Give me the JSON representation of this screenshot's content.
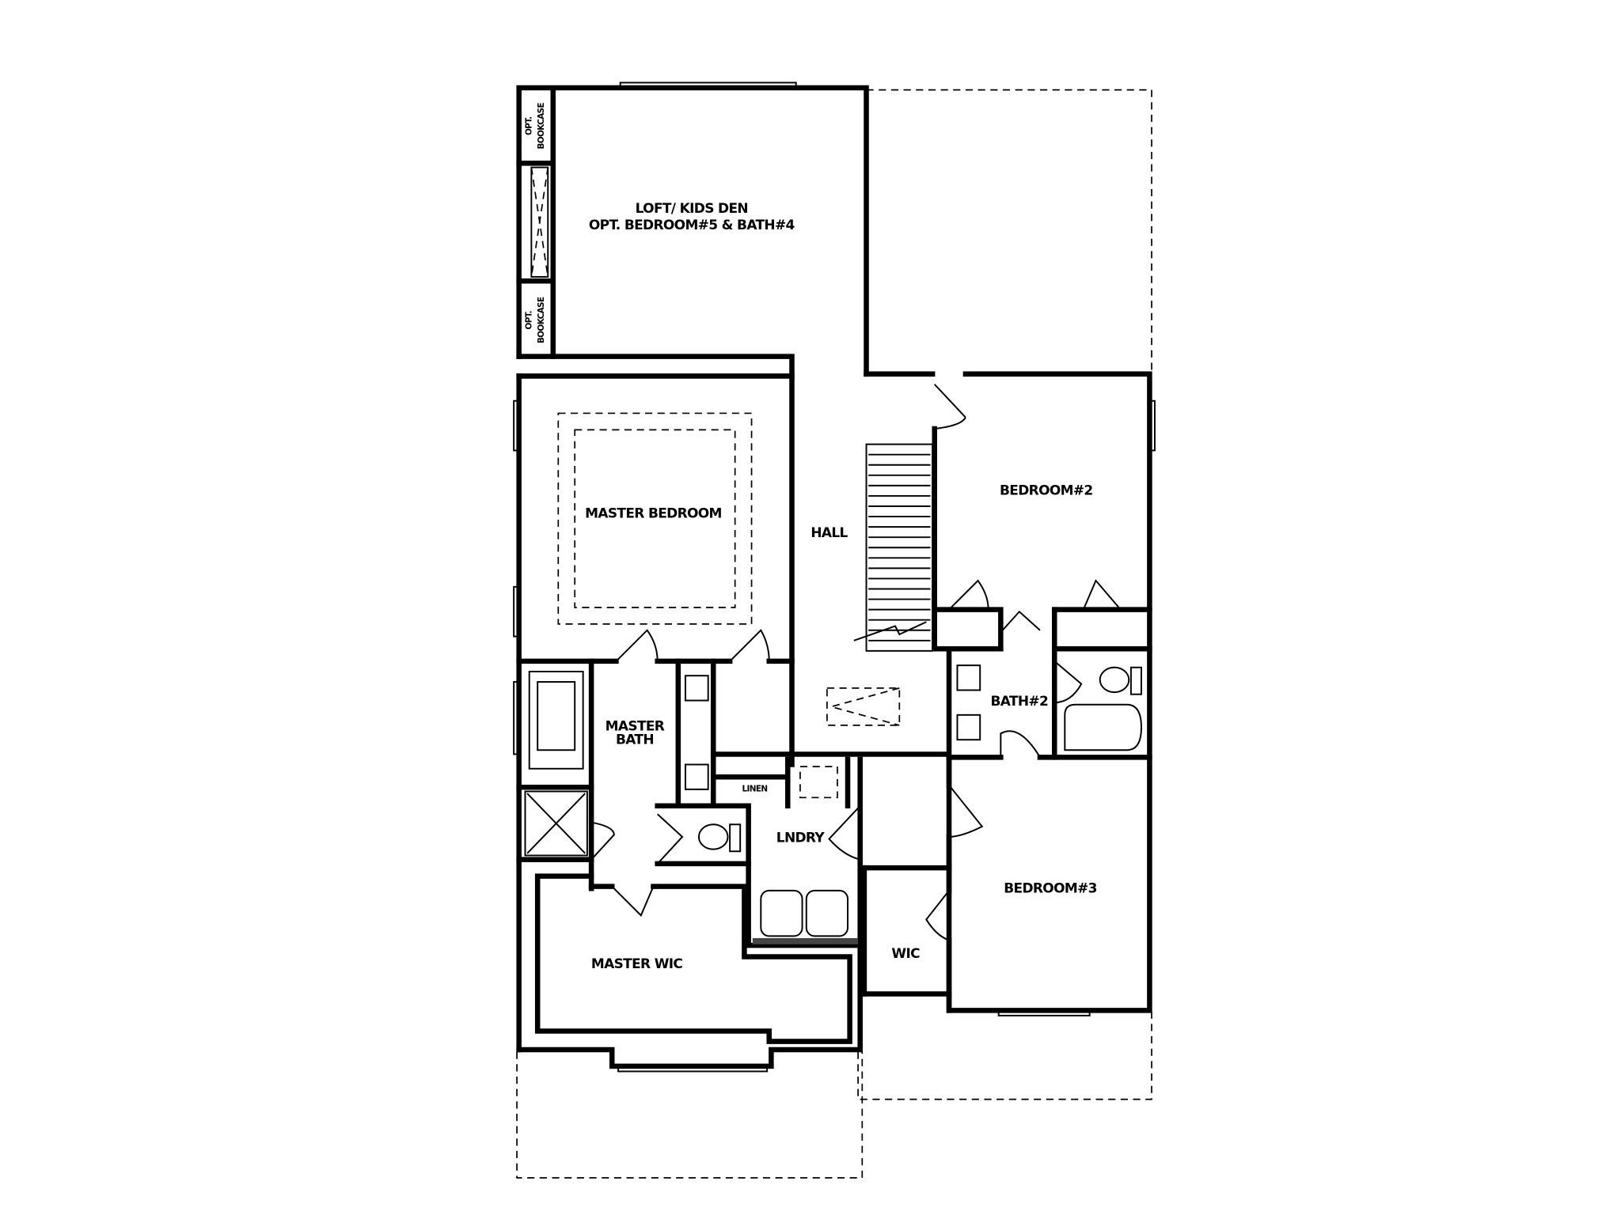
{
  "plan": {
    "rooms": {
      "loft_line1": "LOFT/ KIDS DEN",
      "loft_line2": "OPT. BEDROOM#5 & BATH#4",
      "bookcase_top": [
        "OPT.",
        "BOOKCASE"
      ],
      "bookcase_bottom": [
        "OPT.",
        "BOOKCASE"
      ],
      "master_bedroom": "MASTER BEDROOM",
      "hall": "HALL",
      "bedroom2": "BEDROOM#2",
      "bath2": "BATH#2",
      "master_bath_line1": "MASTER",
      "master_bath_line2": "BATH",
      "linen": "LINEN",
      "laundry": "LNDRY",
      "bedroom3": "BEDROOM#3",
      "master_wic": "MASTER WIC",
      "wic": "WIC"
    },
    "colors": {
      "line": "#000000",
      "background": "#ffffff"
    }
  }
}
